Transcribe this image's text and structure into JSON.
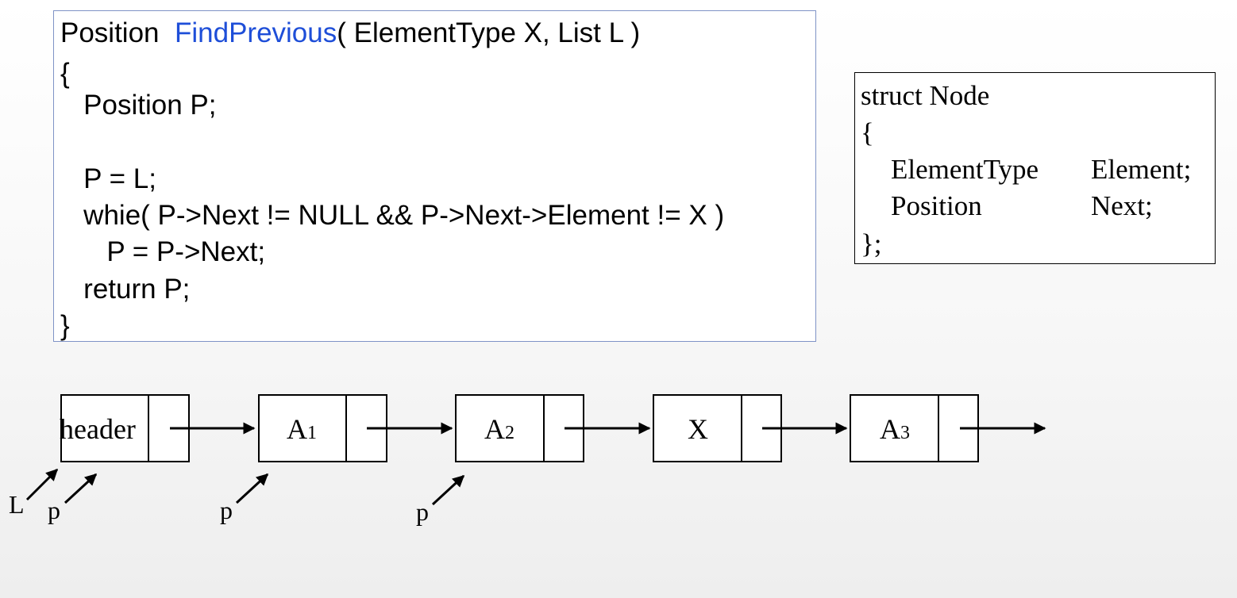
{
  "code": {
    "signature_type": "Position",
    "function_name": "FindPrevious",
    "signature_params": "( ElementType X, List L )",
    "lines": [
      "{",
      "   Position P;",
      "   P = L;",
      "   whie( P->Next != NULL && P->Next->Element != X )",
      "      P = P->Next;",
      "   return P;",
      "}"
    ]
  },
  "struct": {
    "header": "struct Node",
    "open": "{",
    "fields": [
      {
        "type": "ElementType",
        "name": "Element;"
      },
      {
        "type": "Position",
        "name": "Next;"
      }
    ],
    "close": "};"
  },
  "linked_list": {
    "nodes": [
      {
        "label": "header",
        "sub": ""
      },
      {
        "label": "A",
        "sub": "1"
      },
      {
        "label": "A",
        "sub": "2"
      },
      {
        "label": "X",
        "sub": ""
      },
      {
        "label": "A",
        "sub": "3"
      }
    ],
    "pointer_labels": [
      "L",
      "p",
      "p",
      "p"
    ]
  },
  "colors": {
    "function_name": "#1e4ed8",
    "code_border": "#7f93c6"
  }
}
